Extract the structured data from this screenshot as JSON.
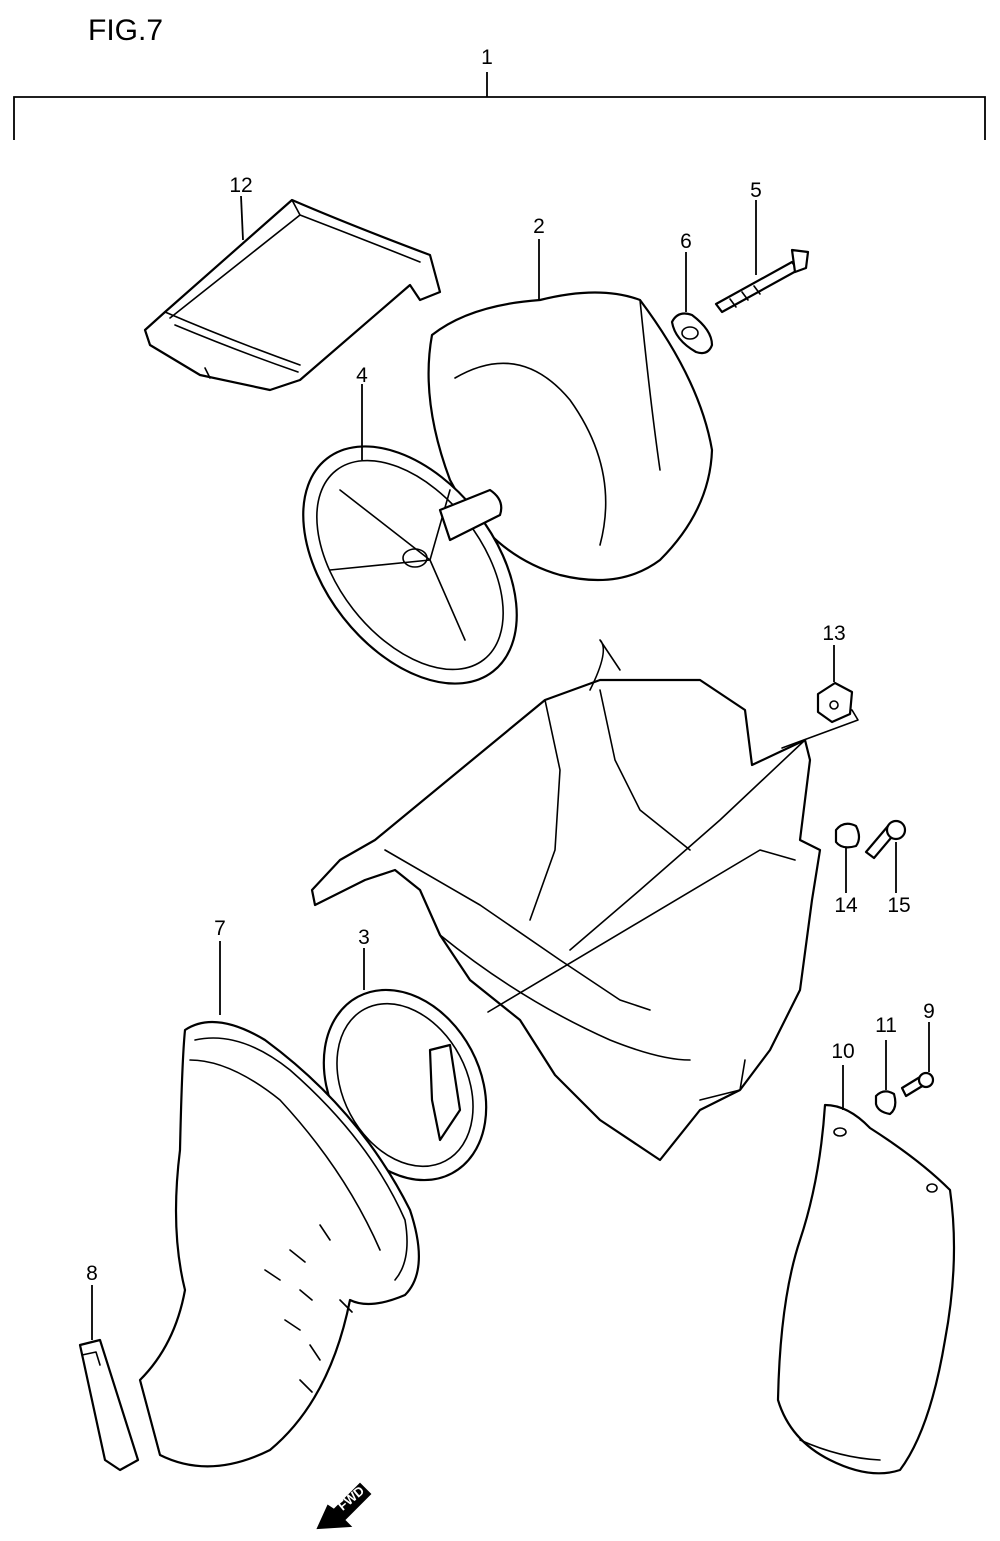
{
  "figure": {
    "title": "FIG.7"
  },
  "labels": {
    "p1": "1",
    "p2": "2",
    "p3": "3",
    "p4": "4",
    "p5": "5",
    "p6": "6",
    "p7": "7",
    "p8": "8",
    "p9": "9",
    "p10": "10",
    "p11": "11",
    "p12": "12",
    "p13": "13",
    "p14": "14",
    "p15": "15"
  },
  "direction_arrow": {
    "text": "FWD"
  }
}
